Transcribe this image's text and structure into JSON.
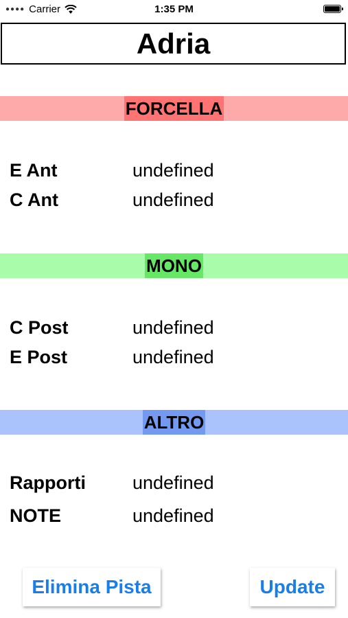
{
  "status_bar": {
    "carrier": "Carrier",
    "time": "1:35 PM",
    "signal_icon": "signal-dots-icon",
    "wifi_icon": "wifi-icon",
    "battery_icon": "battery-icon",
    "battery_level": 1.0
  },
  "title": "Adria",
  "sections": {
    "forcella": {
      "label": "FORCELLA",
      "color": "#ffaaaa",
      "rows": [
        {
          "label": "E Ant",
          "value": "undefined"
        },
        {
          "label": "C Ant",
          "value": "undefined"
        }
      ]
    },
    "mono": {
      "label": "MONO",
      "color": "#a9fca9",
      "rows": [
        {
          "label": "C Post",
          "value": "undefined"
        },
        {
          "label": "E Post",
          "value": "undefined"
        }
      ]
    },
    "altro": {
      "label": "ALTRO",
      "color": "#aac3fc",
      "rows": [
        {
          "label": "Rapporti",
          "value": "undefined"
        },
        {
          "label": "NOTE",
          "value": "undefined"
        }
      ]
    }
  },
  "buttons": {
    "delete_label": "Elimina Pista",
    "update_label": "Update",
    "accent_color": "#1a7ee8"
  }
}
